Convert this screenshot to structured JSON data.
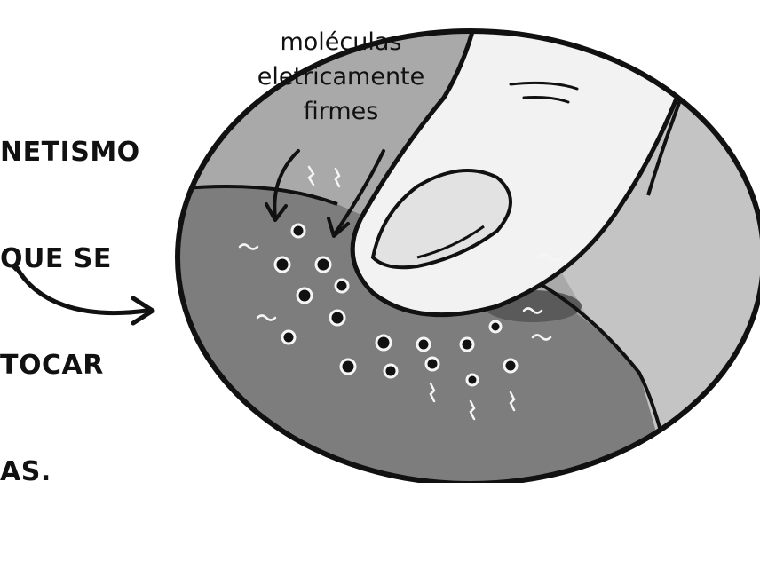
{
  "caption_left": {
    "lines": [
      "NETISMO",
      "QUE SE",
      "TOCAR",
      "AS."
    ]
  },
  "magnifier_label": {
    "lines": [
      "moléculas",
      "eletricamente",
      "firmes"
    ]
  },
  "colors": {
    "ink": "#111111",
    "background": "#ffffff",
    "upper_surface": "#a9a9a9",
    "lower_surface": "#7d7d7d",
    "right_surface": "#c4c4c4",
    "finger": "#f2f2f2",
    "shadow": "#5a5a5a"
  },
  "icons": [
    "curved-arrow-icon",
    "pointer-arrow-icon",
    "molecule-dot-icon",
    "spark-icon"
  ]
}
